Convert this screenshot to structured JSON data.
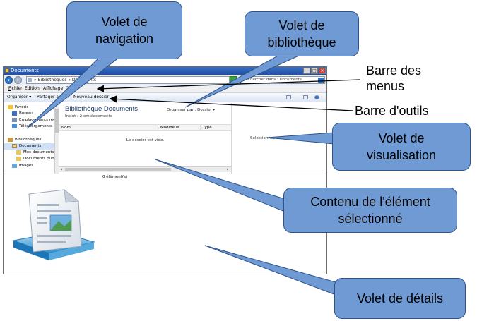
{
  "window": {
    "title": "Documents",
    "address_crumb": "» Bibliothèques » Documents",
    "search_placeholder": "Rechercher dans : Documents",
    "menu": [
      "Fichier",
      "Edition",
      "Affichage",
      "Outils"
    ],
    "menu_underline": [
      "F",
      "E",
      "A",
      "O"
    ],
    "toolbar": [
      "Organiser ▾",
      "Partager avec ▾",
      "Nouveau dossier"
    ],
    "nav": {
      "favorites": "Favoris",
      "favorites_items": [
        "Bureau",
        "Emplacements récents",
        "Téléchargements"
      ],
      "libraries": "Bibliothèques",
      "libraries_items": [
        "Documents",
        "Mes documents",
        "Documents publics",
        "Images"
      ]
    },
    "library": {
      "title": "Bibliothèque Documents",
      "subtitle": "Inclut : 2 emplacements",
      "arrange_by": "Organiser par :  Dossier ▾",
      "columns": [
        "Nom",
        "Modifié le",
        "Type"
      ],
      "empty_text": "Le dossier est vide."
    },
    "preview_text": "Sélectionnez un fichier à visualiser.",
    "item_count": "0 élément(s)"
  },
  "callouts": {
    "navigation": "Volet de\nnavigation",
    "library": "Volet de bibliothèque",
    "menus": "Barre des\nmenus",
    "toolbar": "Barre d'outils",
    "preview": "Volet de\nvisualisation",
    "content": "Contenu de l'élément\nsélectionné",
    "details": "Volet de détails"
  },
  "colors": {
    "callout_fill": "#6f9ad3",
    "callout_border": "#2e528a",
    "title_bar": "#1f4fa3"
  }
}
